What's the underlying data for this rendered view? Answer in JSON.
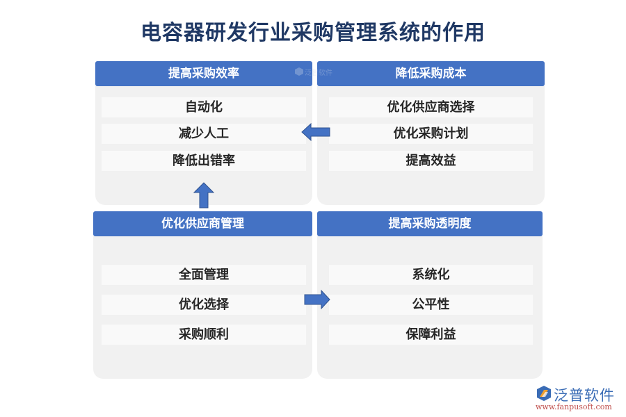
{
  "title": "电容器研发行业采购管理系统的作用",
  "panels": [
    {
      "header": "提高采购效率",
      "items": [
        "自动化",
        "减少人工",
        "降低出错率"
      ]
    },
    {
      "header": "降低采购成本",
      "items": [
        "优化供应商选择",
        "优化采购计划",
        "提高效益"
      ]
    },
    {
      "header": "优化供应商管理",
      "items": [
        "全面管理",
        "优化选择",
        "采购顺利"
      ]
    },
    {
      "header": "提高采购透明度",
      "items": [
        "系统化",
        "公平性",
        "保障利益"
      ]
    }
  ],
  "arrows": [
    {
      "direction": "left",
      "from": "降低采购成本",
      "to": "提高采购效率"
    },
    {
      "direction": "up",
      "from": "优化供应商管理",
      "to": "提高采购效率"
    },
    {
      "direction": "right",
      "from": "优化供应商管理",
      "to": "提高采购透明度"
    }
  ],
  "colors": {
    "accent": "#4472c4",
    "title": "#1f3864",
    "panel_bg": "#f1f1f1",
    "item_bg": "#f9f9f9",
    "text": "#262626"
  },
  "watermark": {
    "name": "泛普软件"
  },
  "logo": {
    "name": "泛普软件",
    "url": "www.fanpusoft.com"
  }
}
